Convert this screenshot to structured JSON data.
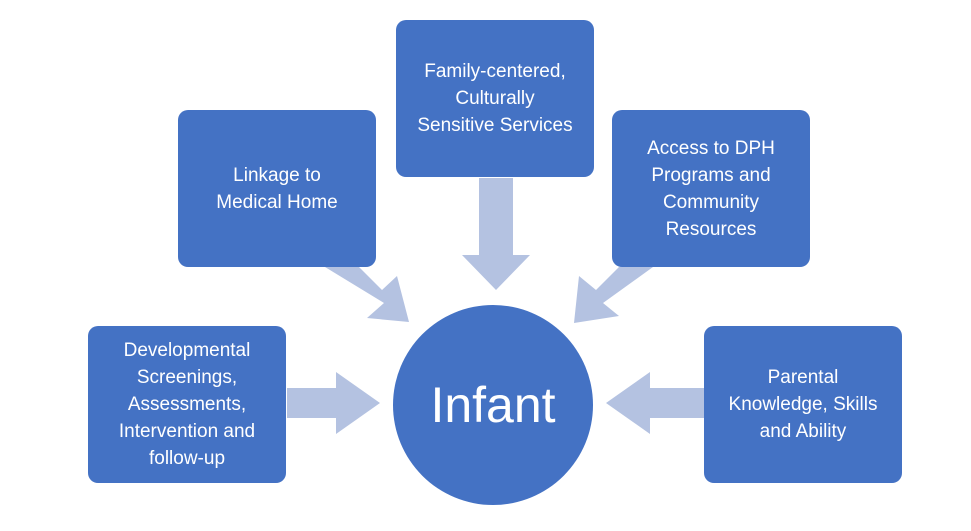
{
  "diagram": {
    "center_label": "Infant",
    "nodes": [
      {
        "id": "medical-home",
        "label": "Linkage to\nMedical Home"
      },
      {
        "id": "family-centered",
        "label": "Family-centered,\nCulturally\nSensitive Services"
      },
      {
        "id": "dph-programs",
        "label": "Access to DPH\nPrograms and\nCommunity\nResources"
      },
      {
        "id": "developmental",
        "label": "Developmental\nScreenings,\nAssessments,\nIntervention and\nfollow-up"
      },
      {
        "id": "parental",
        "label": "Parental\nKnowledge, Skills\nand Ability"
      }
    ],
    "colors": {
      "node_fill": "#4472c4",
      "arrow_fill": "#b4c2e1",
      "text": "#ffffff"
    }
  }
}
